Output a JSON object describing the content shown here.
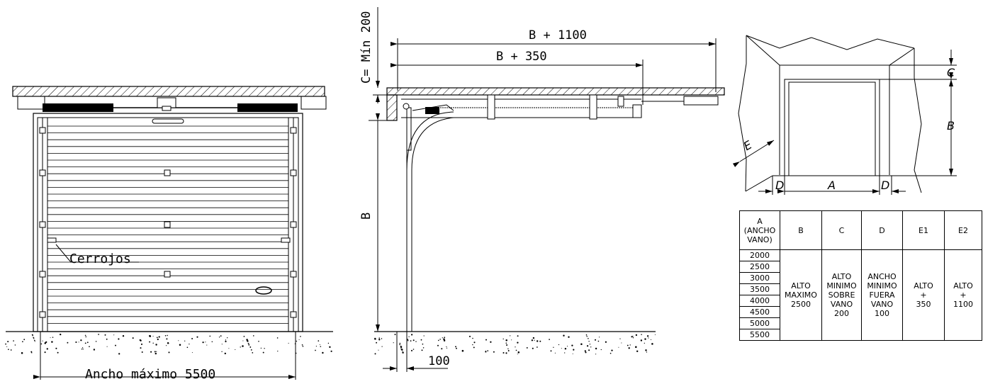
{
  "front_view": {
    "bolts_label": "Cerrojos",
    "max_width_label": "Ancho máximo 5500"
  },
  "side_view": {
    "dim_b_plus_1100": "B + 1100",
    "dim_b_plus_350": "B + 350",
    "dim_c_min": "C= Mín 200",
    "dim_b": "B",
    "dim_100": "100"
  },
  "opening_view": {
    "label_a": "A",
    "label_b": "B",
    "label_c": "C",
    "label_d_left": "D",
    "label_d_right": "D",
    "label_e": "E"
  },
  "spec_table": {
    "headers": [
      "A\n(ANCHO\nVANO)",
      "B",
      "C",
      "D",
      "E1",
      "E2"
    ],
    "widths": [
      "2000",
      "2500",
      "3000",
      "3500",
      "4000",
      "4500",
      "5000",
      "5500"
    ],
    "b_value": "ALTO\nMAXIMO\n2500",
    "c_value": "ALTO\nMINIMO\nSOBRE\nVANO\n200",
    "d_value": "ANCHO\nMINIMO\nFUERA\nVANO\n100",
    "e1_value": "ALTO\n+\n350",
    "e2_value": "ALTO\n+\n1100"
  }
}
